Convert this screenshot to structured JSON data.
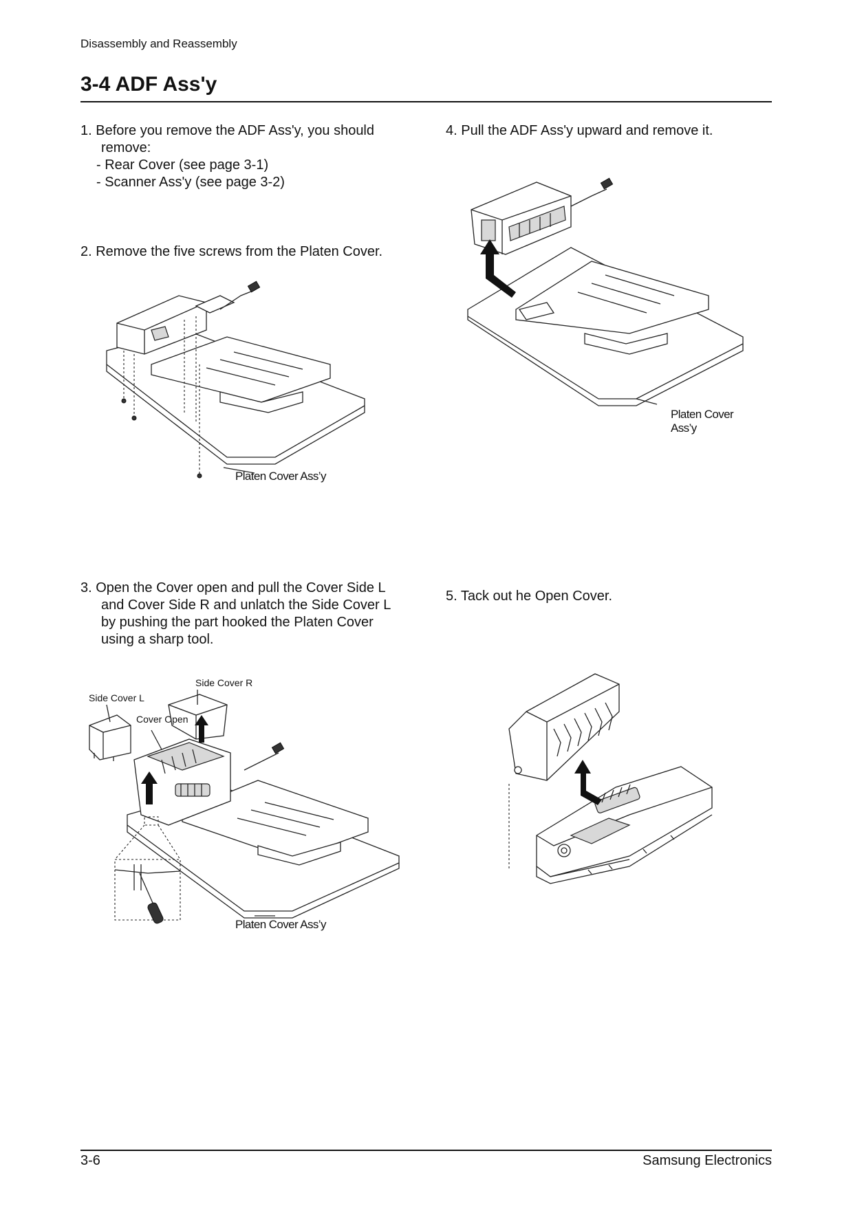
{
  "header": {
    "section": "Disassembly and Reassembly"
  },
  "title": "3-4 ADF Ass'y",
  "steps": {
    "s1": {
      "line1": "1. Before you remove the ADF Ass'y,  you should",
      "line2": "remove:",
      "line3": "- Rear Cover (see page 3-1)",
      "line4": "- Scanner Ass'y (see page 3-2)"
    },
    "s2": {
      "text": "2. Remove the five screws from the Platen Cover."
    },
    "s3": {
      "line1": "3.  Open the Cover open and pull the Cover Side L",
      "line2": "and Cover Side R and unlatch the Side Cover L",
      "line3": "by pushing the part hooked the Platen Cover",
      "line4": "using a sharp tool."
    },
    "s4": {
      "text": "4. Pull the ADF Ass'y upward and remove it."
    },
    "s5": {
      "text": "5. Tack out he Open Cover."
    }
  },
  "figures": {
    "fig2": {
      "caption": "Platen Cover Ass’y"
    },
    "fig3": {
      "caption": "Platen Cover Ass’y",
      "label_side_l": "Side Cover L",
      "label_side_r": "Side Cover R",
      "label_cover_open": "Cover Open"
    },
    "fig4": {
      "caption": "Platen Cover Ass’y"
    }
  },
  "footer": {
    "page": "3-6",
    "company": "Samsung Electronics"
  }
}
